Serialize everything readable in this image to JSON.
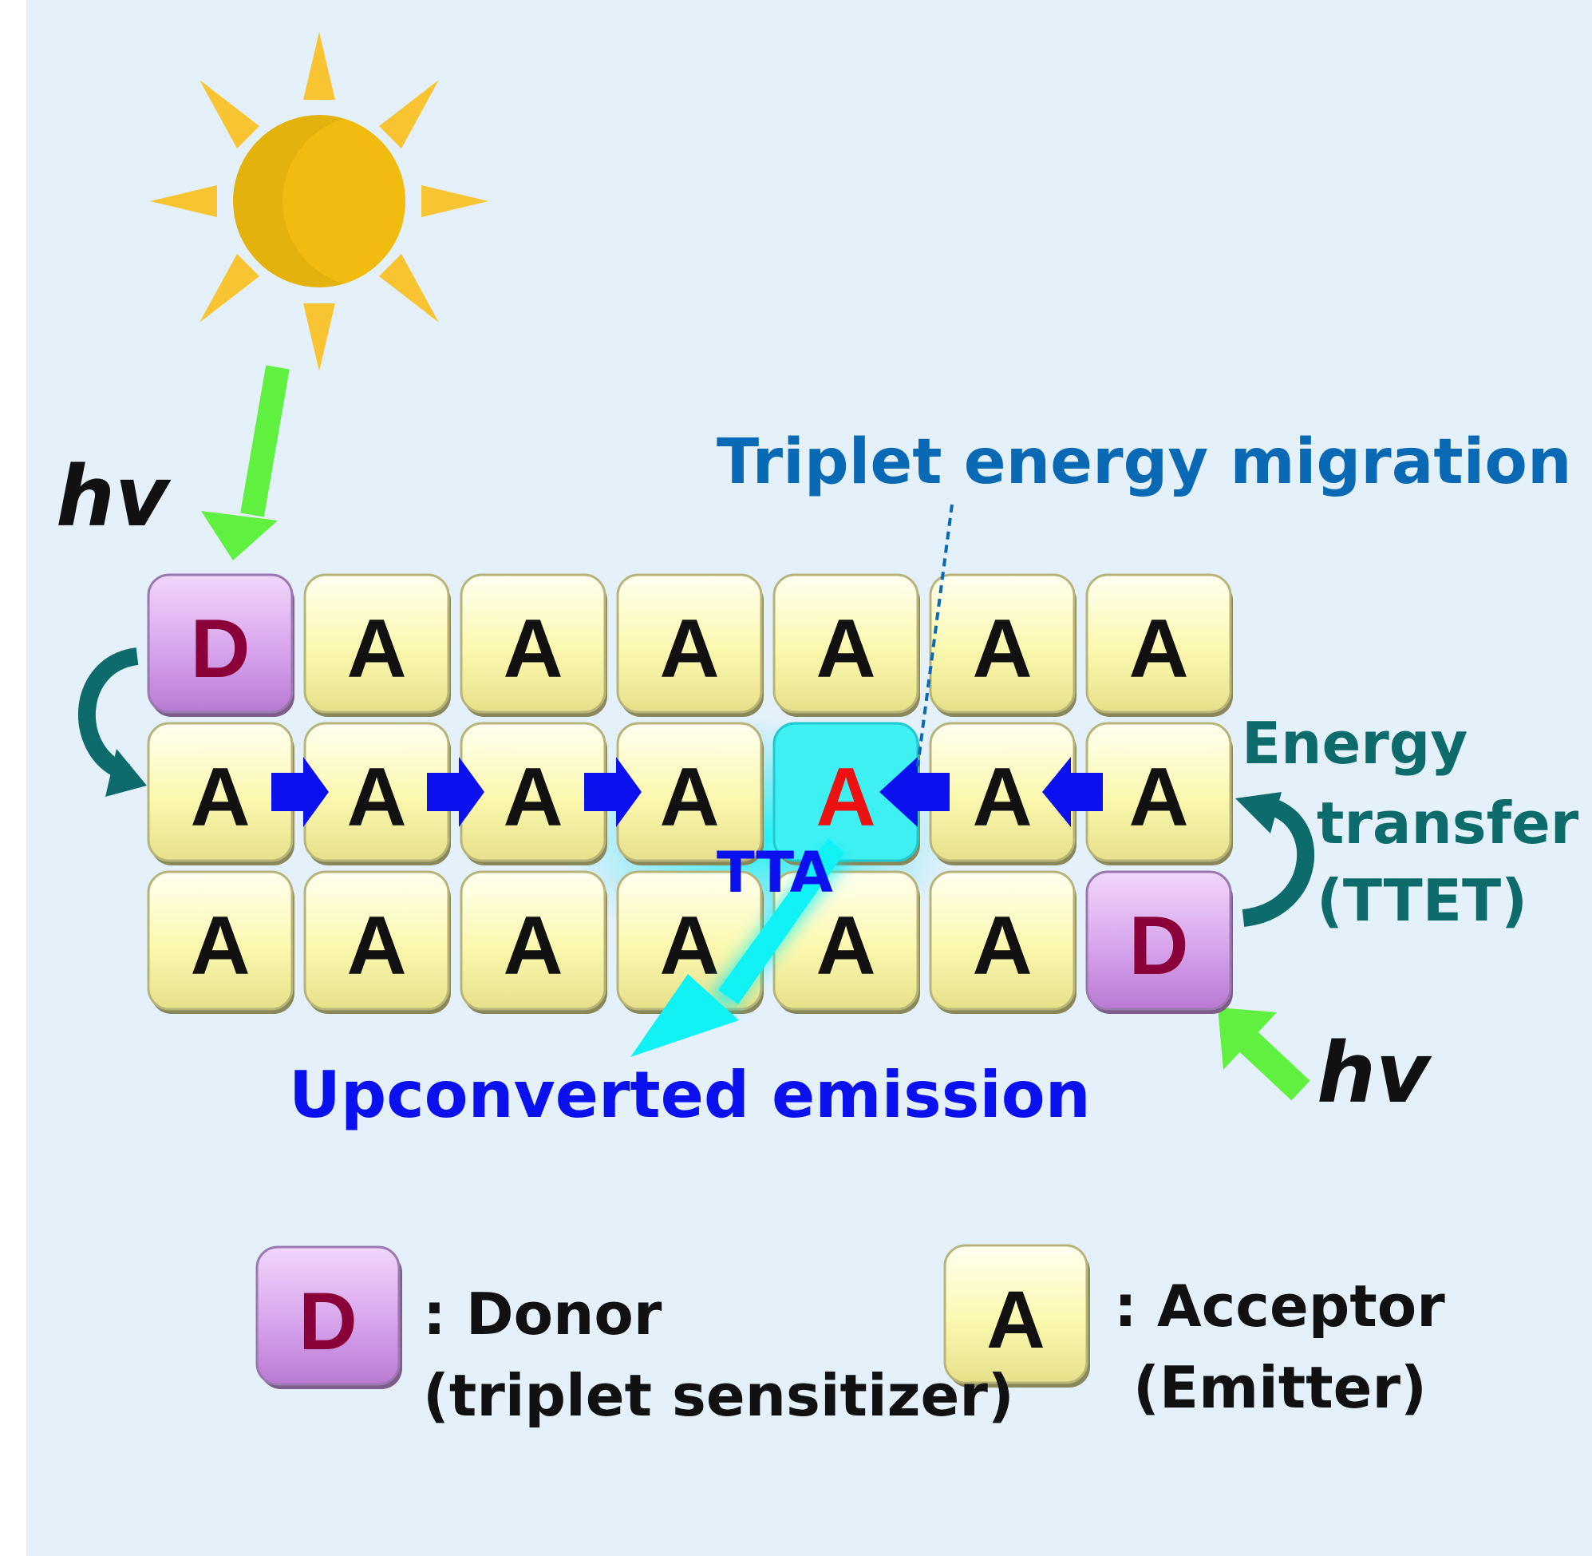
{
  "labels": {
    "hv_top": "hv",
    "hv_bottom": "hv",
    "migration": "Triplet energy migration",
    "energy_line1": "Energy",
    "energy_line2": "transfer",
    "energy_line3": "(TTET)",
    "tta": "TTA",
    "emission": "Upconverted emission"
  },
  "grid": {
    "rows": [
      [
        "D",
        "A",
        "A",
        "A",
        "A",
        "A",
        "A"
      ],
      [
        "A",
        "A",
        "A",
        "A",
        "A",
        "A",
        "A"
      ],
      [
        "A",
        "A",
        "A",
        "A",
        "A",
        "A",
        "D"
      ]
    ],
    "highlight_cell": "A"
  },
  "legend": {
    "donor_symbol": "D",
    "donor_line1": ": Donor",
    "donor_line2": "(triplet sensitizer)",
    "acceptor_symbol": "A",
    "acceptor_line1": ": Acceptor",
    "acceptor_line2": "(Emitter)"
  },
  "colors": {
    "panel_bg": "#e4f1fb",
    "acceptor_fill": "#fbf9b0",
    "donor_fill": "#d8a6ec",
    "donor_text": "#8a0038",
    "highlight_text": "#ee1111",
    "migration_text": "#0a69b4",
    "ttet_text": "#0d6b6b",
    "emission_text": "#0a10ee",
    "blue_arrow": "#0a10ee",
    "light_arrow": "#60f040",
    "cyan_glow": "#10f0f4",
    "sun": "#f2bb10",
    "sun_rays": "#f9c431"
  }
}
